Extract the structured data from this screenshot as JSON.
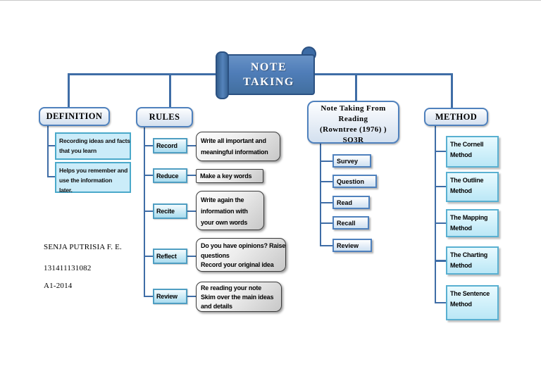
{
  "title": {
    "lines": [
      "NOTE",
      "TAKING"
    ]
  },
  "colors": {
    "banner_fill": "#4f7db8",
    "banner_border": "#2b5182",
    "connector": "#3f6da6",
    "category_border": "#4f81bd",
    "cyan_fill": "#cbecf9",
    "cyan_border": "#4aa9ca",
    "gray_box_border": "#3a3a3a",
    "method_border": "#59b0d1"
  },
  "definition": {
    "label": "DEFINITION",
    "items": [
      {
        "lines": [
          "Recording ideas and facts",
          "that you learn"
        ]
      },
      {
        "lines": [
          "Helps you remember and",
          "use the information",
          "later."
        ]
      }
    ]
  },
  "rules": {
    "label": "RULES",
    "items": [
      {
        "keyword": "Record",
        "desc_lines": [
          "Write all important and",
          "meaningful information"
        ]
      },
      {
        "keyword": "Reduce",
        "desc_lines": [
          "Make a key words"
        ]
      },
      {
        "keyword": "Recite",
        "desc_lines": [
          "Write again the",
          "information with",
          "your own words"
        ]
      },
      {
        "keyword": "Reflect",
        "desc_lines": [
          "Do you have opinions? Raise",
          "questions",
          "Record your original idea"
        ]
      },
      {
        "keyword": "Review",
        "desc_lines": [
          "Re reading your note",
          "Skim over the main ideas",
          "and details"
        ]
      }
    ]
  },
  "sq3r": {
    "title_lines": [
      "Note Taking From",
      "Reading",
      "(Rowntree (1976) )",
      "SQ3R"
    ],
    "steps": [
      "Survey",
      "Question",
      "Read",
      "Recall",
      "Review"
    ]
  },
  "method": {
    "label": "METHOD",
    "items": [
      {
        "lines": [
          "The Cornell",
          "Method"
        ]
      },
      {
        "lines": [
          "The Outline",
          "Method"
        ]
      },
      {
        "lines": [
          "The Mapping",
          "Method"
        ]
      },
      {
        "lines": [
          "The Charting",
          "Method"
        ]
      },
      {
        "lines": [
          "The Sentence",
          "Method"
        ]
      }
    ]
  },
  "footer": {
    "lines": [
      "SENJA PUTRISIA F. E.",
      "131411131082",
      "A1-2014"
    ]
  }
}
